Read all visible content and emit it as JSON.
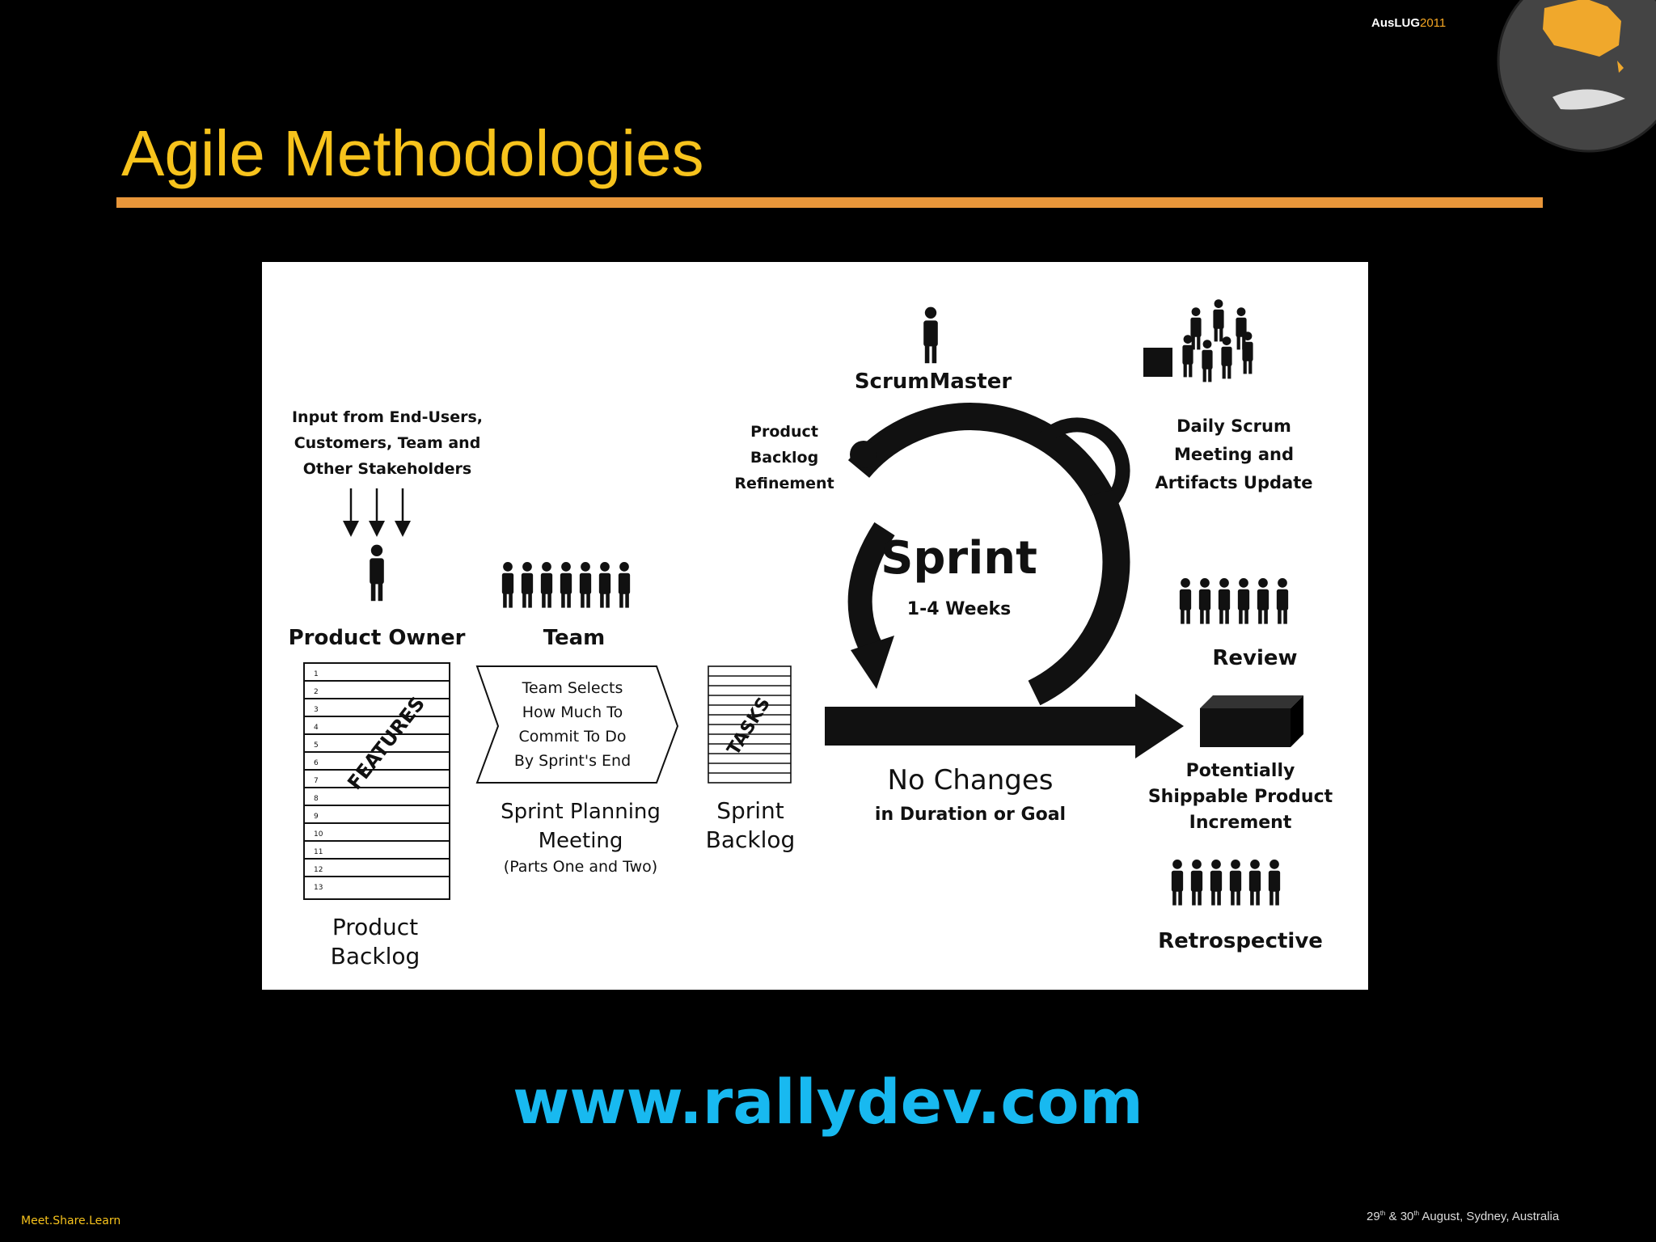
{
  "header": {
    "brand_prefix": "AusLUG",
    "brand_year": "2011"
  },
  "slide": {
    "title": "Agile Methodologies",
    "url": "www.rallydev.com"
  },
  "footer": {
    "tagline": "Meet.Share.Learn",
    "date_day1": "29",
    "date_sup1": "th",
    "date_amp": " & ",
    "date_day2": "30",
    "date_sup2": "th",
    "date_rest": " August, Sydney, Australia"
  },
  "diagram": {
    "input_lines": [
      "Input from End-Users,",
      "Customers, Team and",
      "Other Stakeholders"
    ],
    "product_owner": "Product Owner",
    "team": "Team",
    "scrum_master": "ScrumMaster",
    "features_label": "FEATURES",
    "feature_numbers": [
      "1",
      "2",
      "3",
      "4",
      "5",
      "6",
      "7",
      "8",
      "9",
      "10",
      "11",
      "12",
      "13"
    ],
    "selects_lines": [
      "Team Selects",
      "How Much To",
      "Commit To Do",
      "By Sprint's End"
    ],
    "planning_title": [
      "Sprint Planning",
      "Meeting"
    ],
    "planning_sub": "(Parts One and Two)",
    "tasks_label": "TASKS",
    "sprint_backlog": [
      "Sprint",
      "Backlog"
    ],
    "product_backlog": [
      "Product",
      "Backlog"
    ],
    "refinement": [
      "Product",
      "Backlog",
      "Refinement"
    ],
    "sprint": "Sprint",
    "sprint_duration": "1-4 Weeks",
    "daily_scrum": [
      "Daily Scrum",
      "Meeting and",
      "Artifacts Update"
    ],
    "review": "Review",
    "no_changes": "No Changes",
    "no_changes_sub": "in Duration or Goal",
    "increment": [
      "Potentially",
      "Shippable Product",
      "Increment"
    ],
    "retrospective": "Retrospective"
  },
  "colors": {
    "title": "#f7c31c",
    "rule": "#e8963a",
    "url": "#18b9f0",
    "background": "#000000"
  }
}
